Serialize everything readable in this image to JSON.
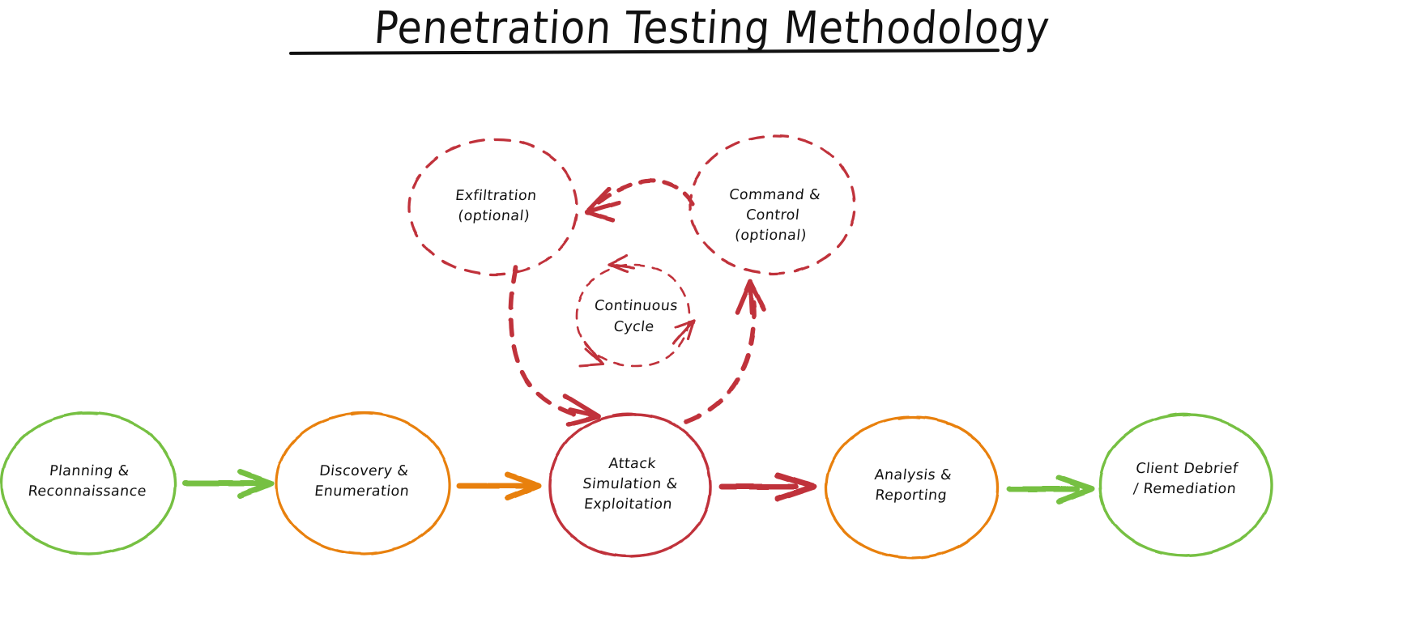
{
  "page": {
    "title": "Penetration Testing Methodology",
    "background": "#ffffff"
  },
  "colors": {
    "green": "#76c043",
    "orange": "#e8800c",
    "red": "#c0303a",
    "text": "#111111"
  },
  "diagram": {
    "type": "flowchart",
    "style": "hand-drawn",
    "nodes": [
      {
        "id": "planning",
        "label": "Planning &\nReconnaissance",
        "color": "#76c043",
        "dashed": false
      },
      {
        "id": "discovery",
        "label": "Discovery &\nEnumeration",
        "color": "#e8800c",
        "dashed": false
      },
      {
        "id": "attack",
        "label": "Attack\nSimulation &\nExploitation",
        "color": "#c0303a",
        "dashed": false
      },
      {
        "id": "analysis",
        "label": "Analysis &\nReporting",
        "color": "#e8800c",
        "dashed": false
      },
      {
        "id": "debrief",
        "label": "Client Debrief\n/ Remediation",
        "color": "#76c043",
        "dashed": false
      },
      {
        "id": "exfil",
        "label": "Exfiltration\n(optional)",
        "color": "#c0303a",
        "dashed": true
      },
      {
        "id": "c2",
        "label": "Command &\nControl\n(optional)",
        "color": "#c0303a",
        "dashed": true
      }
    ],
    "cycle": {
      "id": "continuous-cycle",
      "label": "Continuous\nCycle",
      "color": "#c0303a",
      "dashed": true
    },
    "edges": [
      {
        "from": "planning",
        "to": "discovery",
        "color": "#76c043",
        "dashed": false
      },
      {
        "from": "discovery",
        "to": "attack",
        "color": "#e8800c",
        "dashed": false
      },
      {
        "from": "attack",
        "to": "analysis",
        "color": "#c0303a",
        "dashed": false
      },
      {
        "from": "analysis",
        "to": "debrief",
        "color": "#76c043",
        "dashed": false
      },
      {
        "from": "c2",
        "to": "exfil",
        "color": "#c0303a",
        "dashed": true
      },
      {
        "from": "exfil",
        "to": "attack",
        "color": "#c0303a",
        "dashed": true
      },
      {
        "from": "attack",
        "to": "c2",
        "color": "#c0303a",
        "dashed": true
      }
    ]
  },
  "labels": {
    "node_planning": "Planning &\nReconnaissance",
    "node_discovery": "Discovery &\nEnumeration",
    "node_attack": "Attack\nSimulation &\nExploitation",
    "node_analysis": "Analysis &\nReporting",
    "node_debrief": "Client Debrief\n/ Remediation",
    "node_exfil": "Exfiltration\n(optional)",
    "node_c2": "Command &\nControl\n(optional)",
    "cycle": "Continuous\nCycle"
  }
}
